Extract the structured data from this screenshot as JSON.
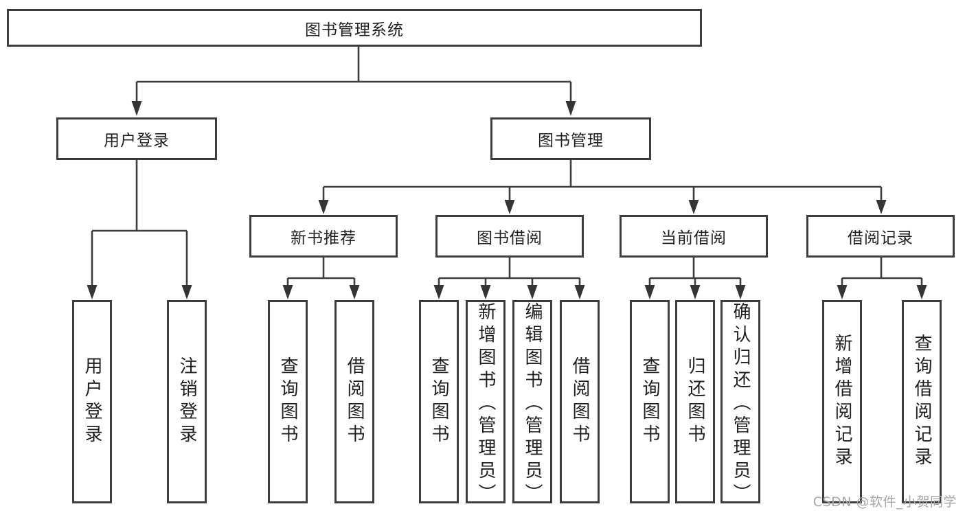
{
  "tree": {
    "label": "图书管理系统",
    "children": [
      {
        "label": "用户登录",
        "children": [
          {
            "label": "用户登录"
          },
          {
            "label": "注销登录"
          }
        ]
      },
      {
        "label": "图书管理",
        "children": [
          {
            "label": "新书推荐",
            "children": [
              {
                "label": "查询图书"
              },
              {
                "label": "借阅图书"
              }
            ]
          },
          {
            "label": "图书借阅",
            "children": [
              {
                "label": "查询图书"
              },
              {
                "label": "新增图书（管理员）"
              },
              {
                "label": "编辑图书（管理员）"
              },
              {
                "label": "借阅图书"
              }
            ]
          },
          {
            "label": "当前借阅",
            "children": [
              {
                "label": "查询图书"
              },
              {
                "label": "归还图书"
              },
              {
                "label": "确认归还（管理员）"
              }
            ]
          },
          {
            "label": "借阅记录",
            "children": [
              {
                "label": "新增借阅记录"
              },
              {
                "label": "查询借阅记录"
              }
            ]
          }
        ]
      }
    ]
  },
  "watermark": "CSDN @软件_小贺同学",
  "colors": {
    "line": "#3d3d3d",
    "text": "#1f1f1f",
    "watermark": "#a6a6a6",
    "background": "#ffffff"
  }
}
